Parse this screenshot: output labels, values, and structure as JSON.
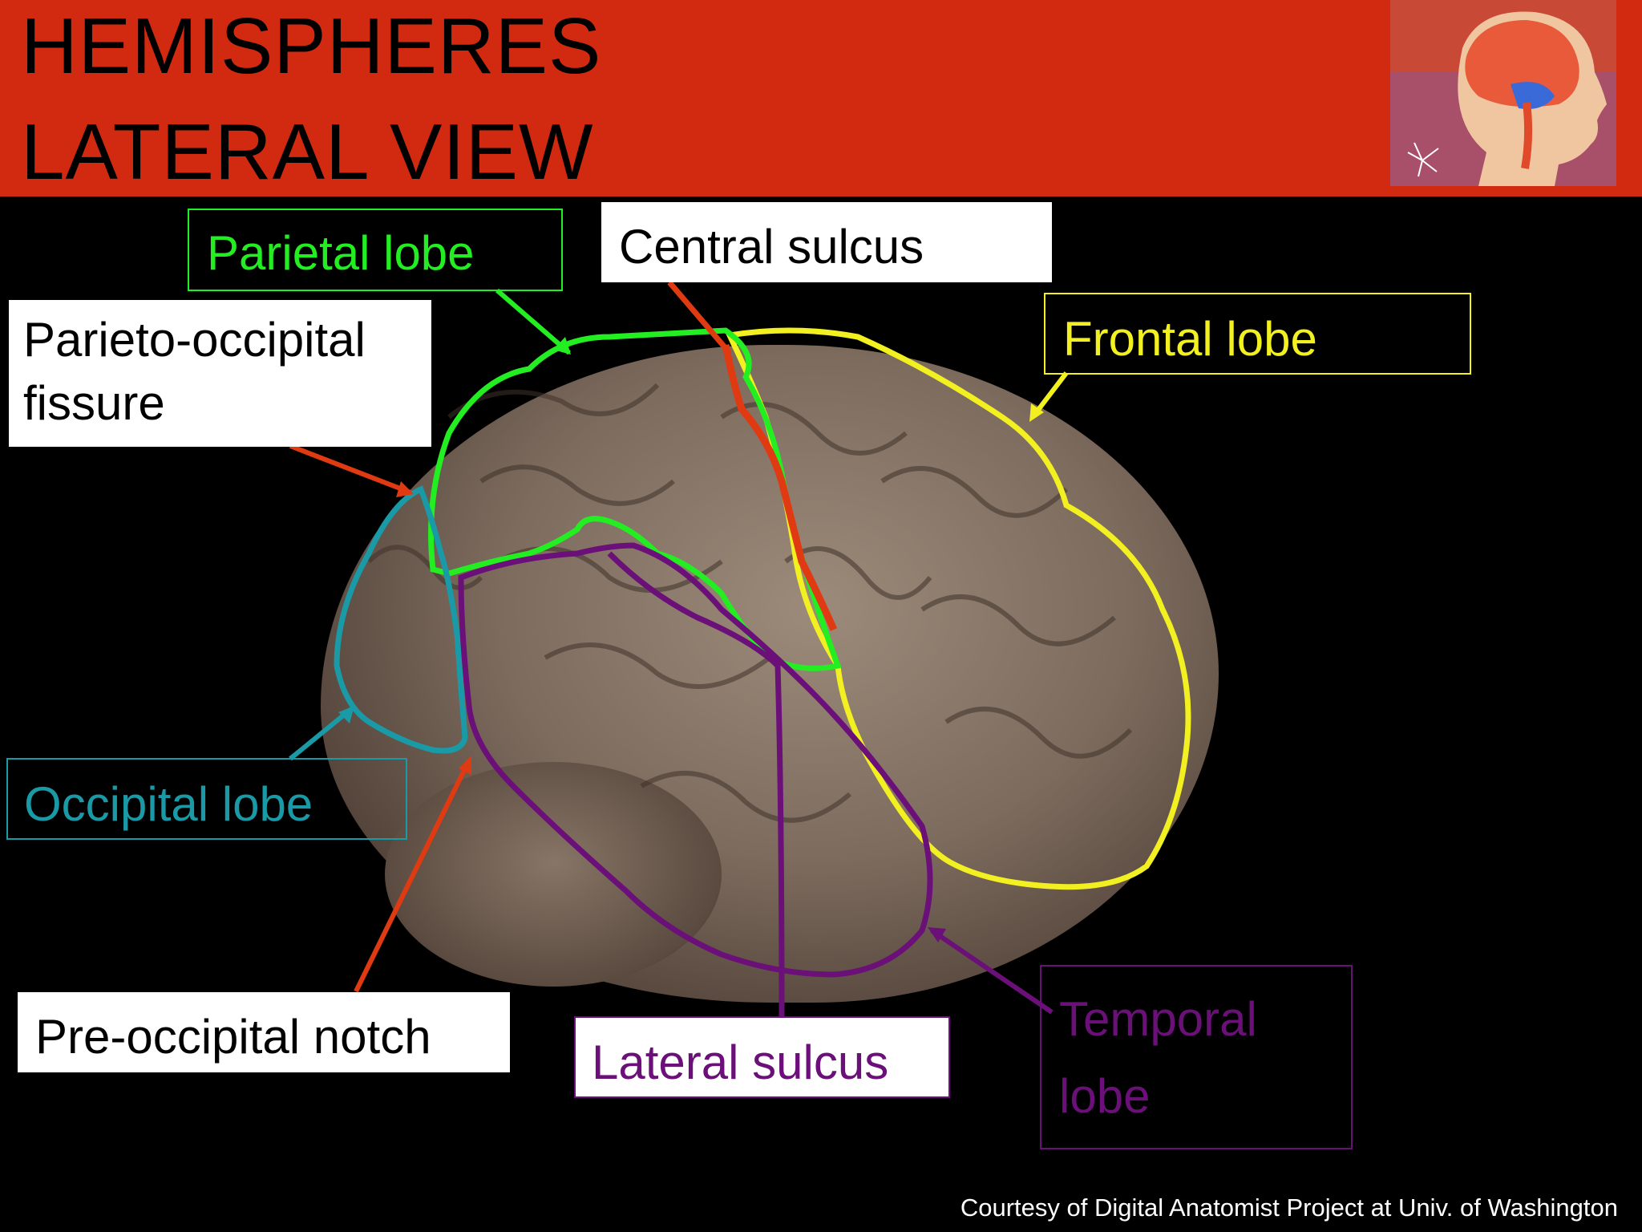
{
  "title": {
    "line1": "HEMISPHERES",
    "line2": "LATERAL VIEW"
  },
  "labels": {
    "parietal_lobe": "Parietal lobe",
    "central_sulcus": "Central sulcus",
    "frontal_lobe": "Frontal lobe",
    "parieto_occipital_line1": "Parieto-occipital",
    "parieto_occipital_line2": "fissure",
    "occipital_lobe": "Occipital lobe",
    "pre_occipital_notch": "Pre-occipital notch",
    "lateral_sulcus": "Lateral sulcus",
    "temporal_lobe_line1": "Temporal",
    "temporal_lobe_line2": "lobe"
  },
  "credit": "Courtesy of Digital Anatomist Project at Univ. of Washington",
  "colors": {
    "header": "#d22a10",
    "parietal": "#22ee22",
    "frontal": "#f2f020",
    "occipital": "#1a9aa6",
    "temporal": "#6a1078",
    "sulcus_red": "#e03a12"
  }
}
